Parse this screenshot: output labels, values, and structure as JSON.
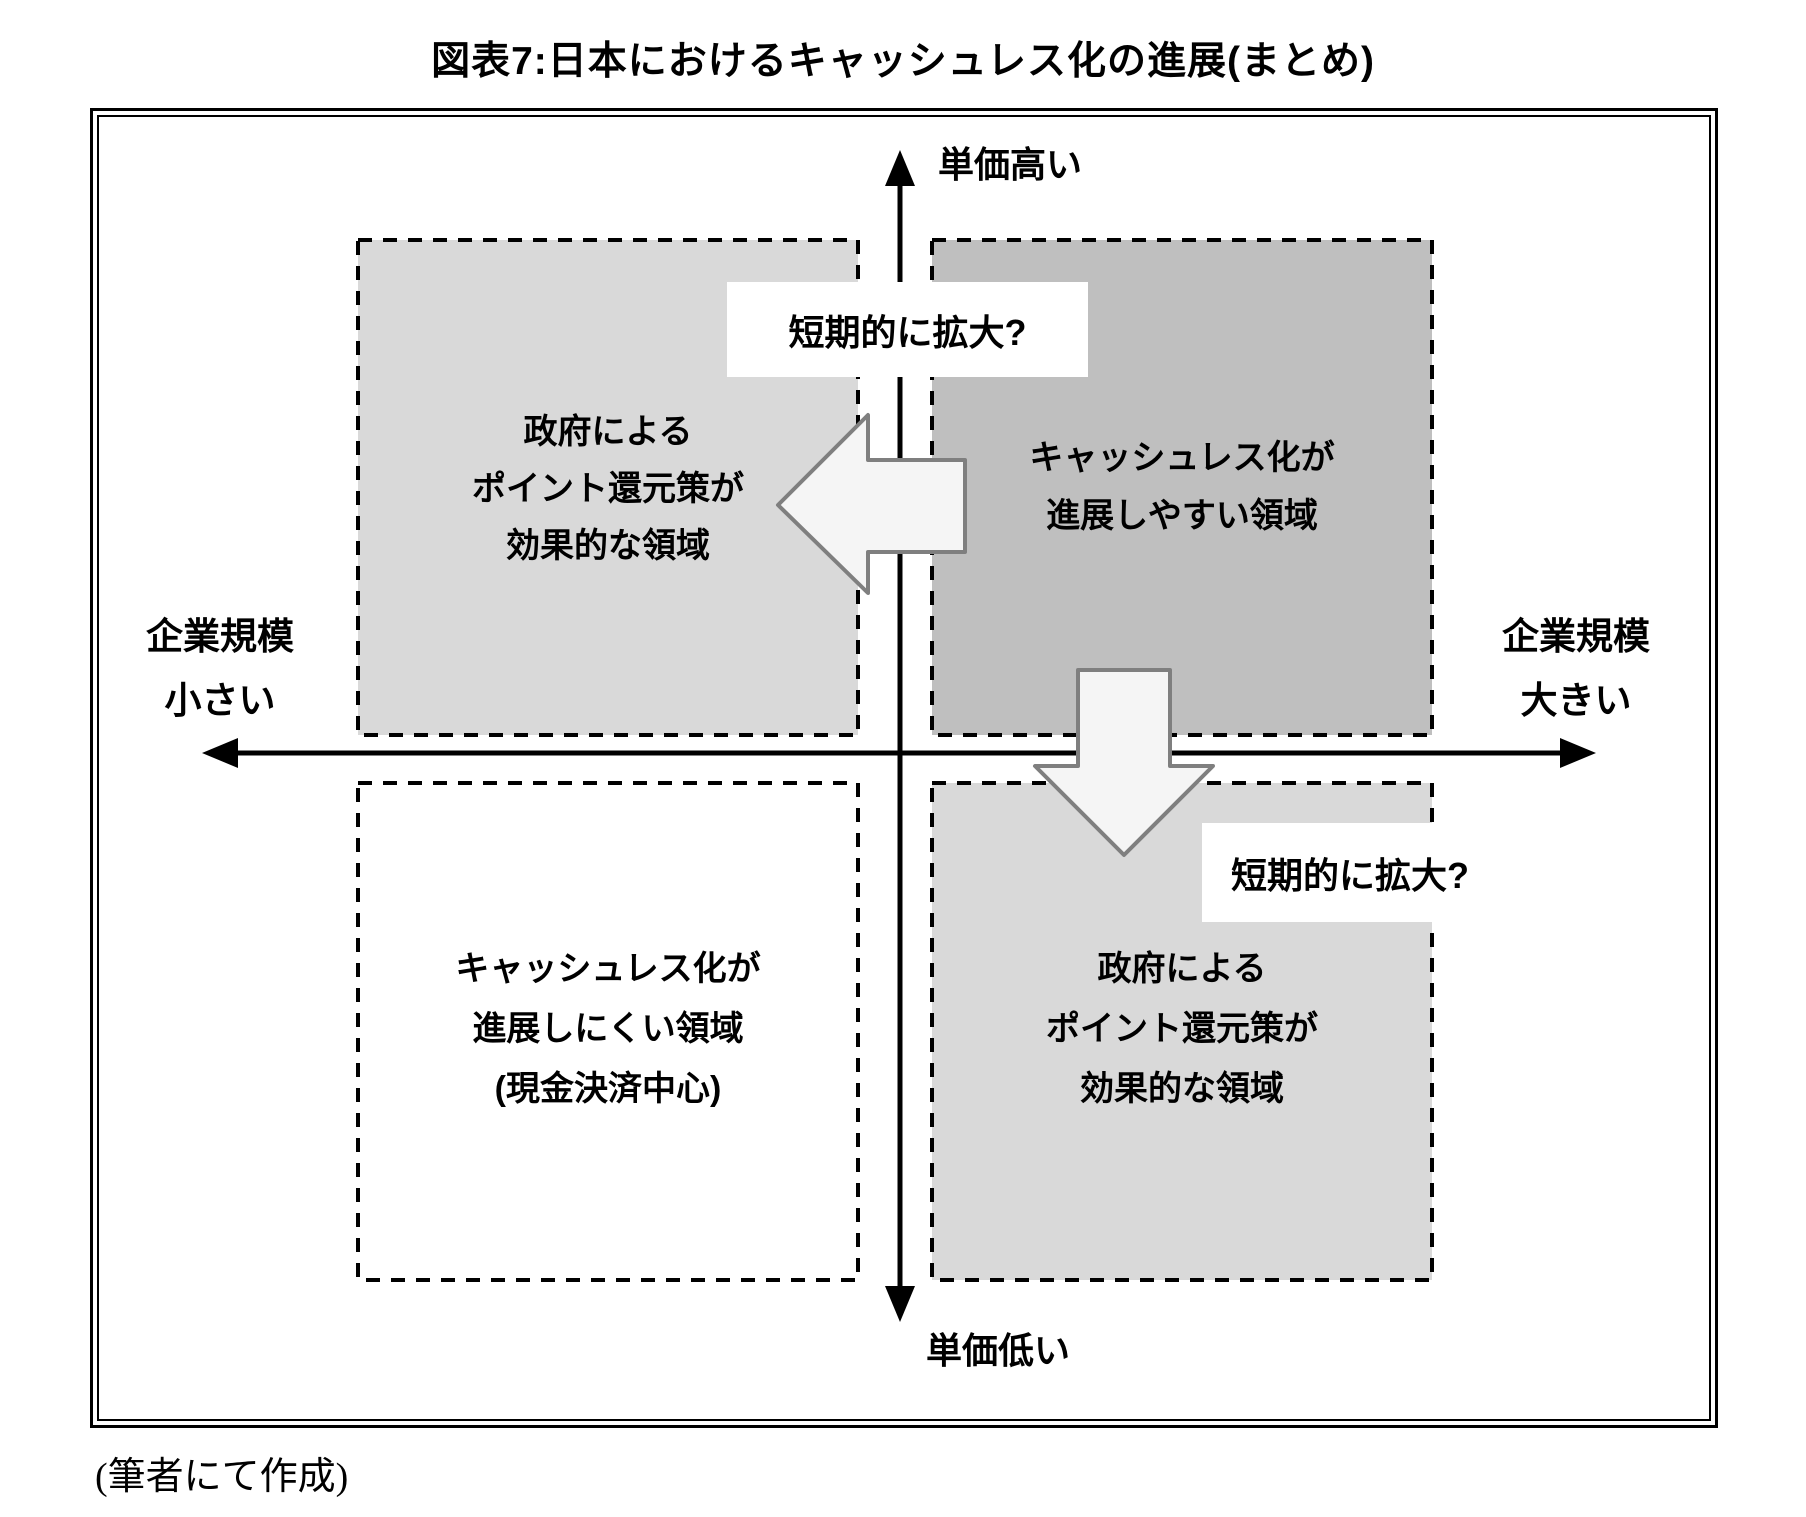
{
  "title": "図表7:日本におけるキャッシュレス化の進展(まとめ)",
  "axes": {
    "top_label": "単価高い",
    "bottom_label": "単価低い",
    "left_label_line1": "企業規模",
    "left_label_line2": "小さい",
    "right_label_line1": "企業規模",
    "right_label_line2": "大きい"
  },
  "quadrants": {
    "top_left": {
      "lines": [
        "政府による",
        "ポイント還元策が",
        "効果的な領域"
      ],
      "fill": "#d9d9d9"
    },
    "top_right": {
      "lines": [
        "キャッシュレス化が",
        "進展しやすい領域"
      ],
      "fill": "#bfbfbf"
    },
    "bottom_left": {
      "lines": [
        "キャッシュレス化が",
        "進展しにくい領域",
        "(現金決済中心)"
      ],
      "fill": "#ffffff"
    },
    "bottom_right": {
      "lines": [
        "政府による",
        "ポイント還元策が",
        "効果的な領域"
      ],
      "fill": "#d9d9d9"
    }
  },
  "callouts": {
    "top": "短期的に拡大?",
    "bottom_right": "短期的に拡大?"
  },
  "footer": "(筆者にて作成)",
  "colors": {
    "line": "#000000",
    "arrow_fill": "#f5f5f5",
    "arrow_stroke": "#7f7f7f",
    "quadrant_light": "#d9d9d9",
    "quadrant_dark": "#bfbfbf"
  }
}
